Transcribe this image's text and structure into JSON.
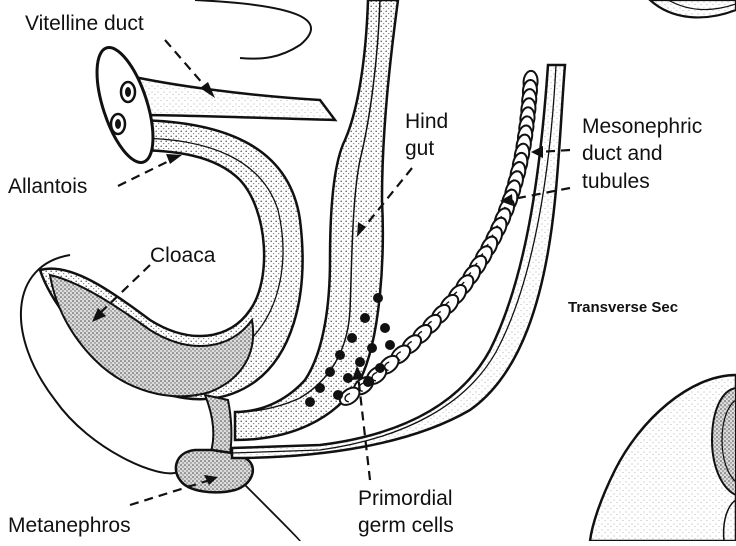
{
  "labels": {
    "vitelline_duct": "Vitelline duct",
    "allantois": "Allantois",
    "cloaca": "Cloaca",
    "hind_gut_line1": "Hind",
    "hind_gut_line2": "gut",
    "mesonephric_line1": "Mesonephric",
    "mesonephric_line2": "duct and",
    "mesonephric_line3": "tubules",
    "transverse_section": "Transverse Sec",
    "metanephros": "Metanephros",
    "primordial_line1": "Primordial",
    "primordial_line2": "germ cells"
  }
}
